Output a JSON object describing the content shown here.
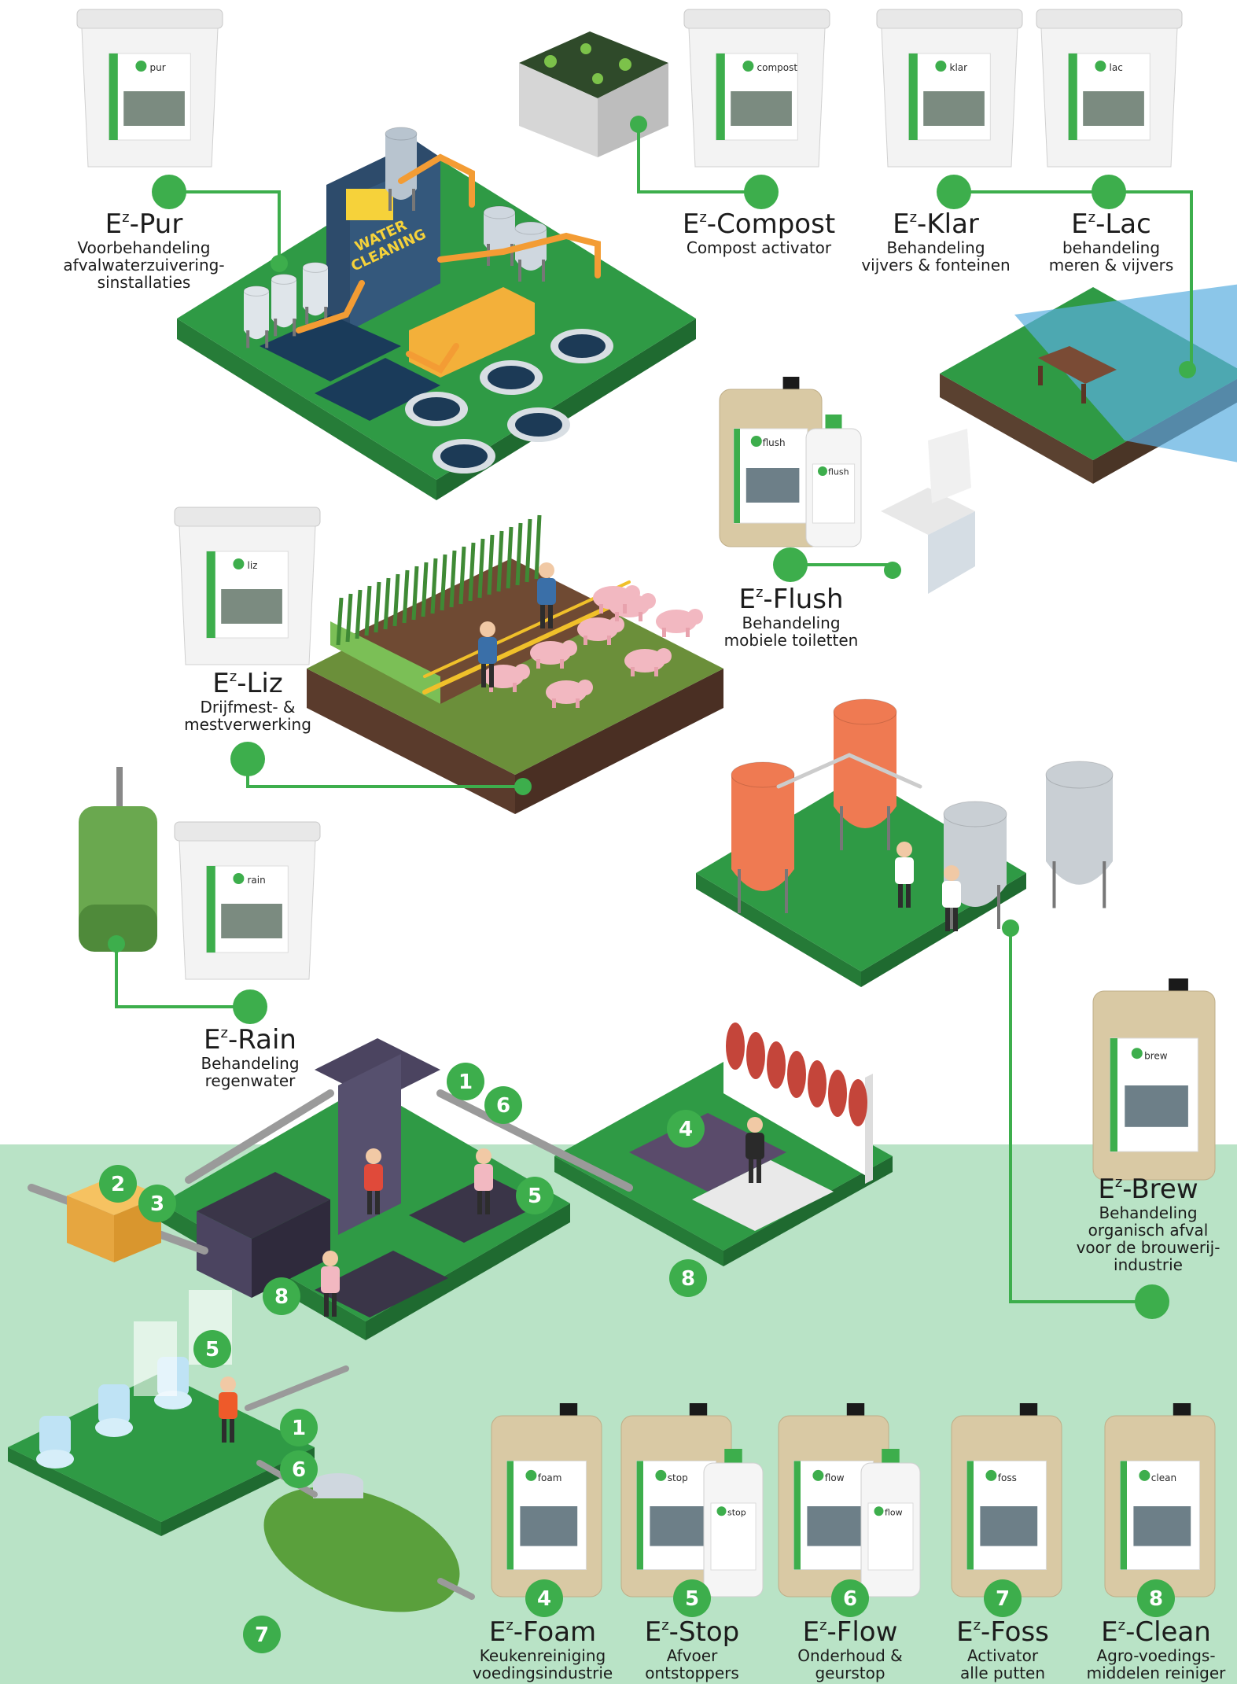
{
  "products": [
    {
      "id": "pur",
      "title": "Pur",
      "desc": [
        "Voorbehandeling",
        "afvalwaterzuivering-",
        "sinstallaties"
      ],
      "brand": "pur"
    },
    {
      "id": "compost",
      "title": "Compost",
      "desc": [
        "Compost activator"
      ],
      "brand": "compost"
    },
    {
      "id": "klar",
      "title": "Klar",
      "desc": [
        "Behandeling",
        "vijvers & fonteinen"
      ],
      "brand": "klar"
    },
    {
      "id": "lac",
      "title": "Lac",
      "desc": [
        "behandeling",
        "meren & vijvers"
      ],
      "brand": "lac"
    },
    {
      "id": "flush",
      "title": "Flush",
      "desc": [
        "Behandeling",
        "mobiele toiletten"
      ],
      "brand": "flush"
    },
    {
      "id": "liz",
      "title": "Liz",
      "desc": [
        "Drijfmest- &",
        "mestverwerking"
      ],
      "brand": "liz"
    },
    {
      "id": "rain",
      "title": "Rain",
      "desc": [
        "Behandeling",
        "regenwater"
      ],
      "brand": "rain"
    },
    {
      "id": "brew",
      "title": "Brew",
      "desc": [
        "Behandeling",
        "organisch afval",
        "voor de brouwerij-",
        "industrie"
      ],
      "brand": "brew"
    },
    {
      "id": "foam",
      "num": "4",
      "title": "Foam",
      "desc": [
        "Keukenreiniging",
        "voedingsindustrie"
      ],
      "brand": "foam"
    },
    {
      "id": "stop",
      "num": "5",
      "title": "Stop",
      "desc": [
        "Afvoer",
        "ontstoppers"
      ],
      "brand": "stop"
    },
    {
      "id": "flow",
      "num": "6",
      "title": "Flow",
      "desc": [
        "Onderhoud &",
        "geurstop"
      ],
      "brand": "flow"
    },
    {
      "id": "foss",
      "num": "7",
      "title": "Foss",
      "desc": [
        "Activator",
        "alle putten"
      ],
      "brand": "foss"
    },
    {
      "id": "clean",
      "num": "8",
      "title": "Clean",
      "desc": [
        "Agro-voedings-",
        "middelen reiniger"
      ],
      "brand": "clean"
    }
  ],
  "prefix": "E",
  "prefix_sup": "z",
  "factory_sign": [
    "WATER",
    "CLEANING"
  ],
  "markers": [
    "1",
    "2",
    "3",
    "4",
    "5",
    "6",
    "7",
    "8"
  ],
  "colors": {
    "green": "#3dae4c",
    "darkgreen": "#2e8b3d",
    "lightgreen": "#b9e3c6",
    "orange": "#f39c34",
    "navy": "#2d4b6b"
  }
}
